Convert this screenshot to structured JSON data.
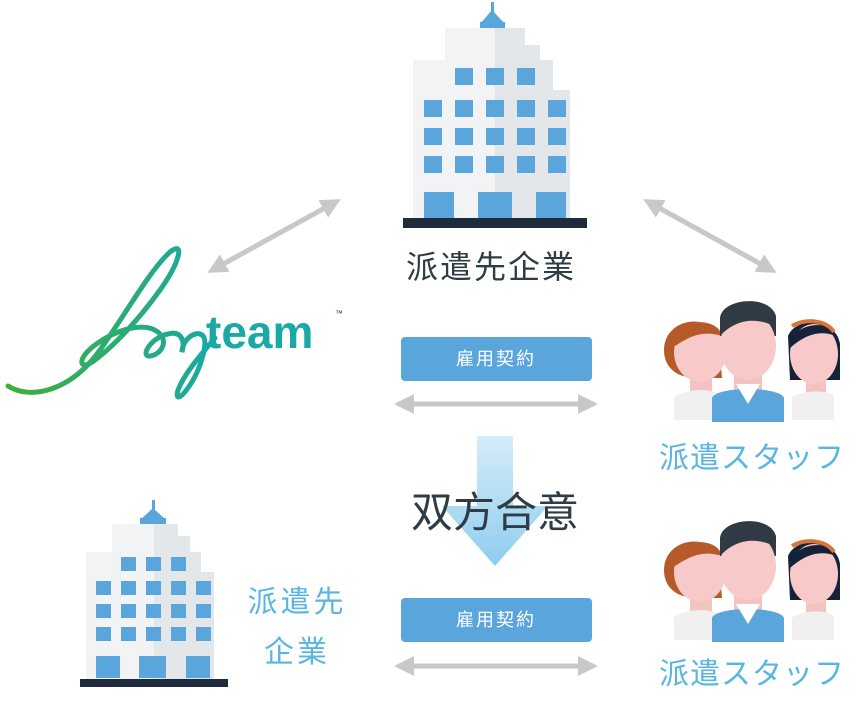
{
  "logo": {
    "script_text": "Joy",
    "brand_text": "team",
    "trademark": "™"
  },
  "client_top": {
    "label": "派遣先企業"
  },
  "client_bottom": {
    "label_line1": "派遣先",
    "label_line2": "企業"
  },
  "staff_top": {
    "label": "派遣スタッフ"
  },
  "staff_bottom": {
    "label": "派遣スタッフ"
  },
  "contract_top": {
    "label": "雇用契約"
  },
  "contract_bottom": {
    "label": "雇用契約"
  },
  "mutual_agreement": {
    "label": "双方合意"
  },
  "colors": {
    "accent_blue": "#58b6e3",
    "building_window": "#5aa6dc",
    "building_body": "#e3e7ea",
    "building_base": "#1d2b3c",
    "arrow_gray": "#c8c8c8",
    "logo_green": "#3fae3b",
    "logo_teal": "#1aa9a5"
  },
  "icons": {
    "client_building": "office-building-icon",
    "staff_group": "people-group-icon",
    "bidirectional_arrow": "double-arrow-icon",
    "down_arrow": "down-arrow-icon"
  }
}
